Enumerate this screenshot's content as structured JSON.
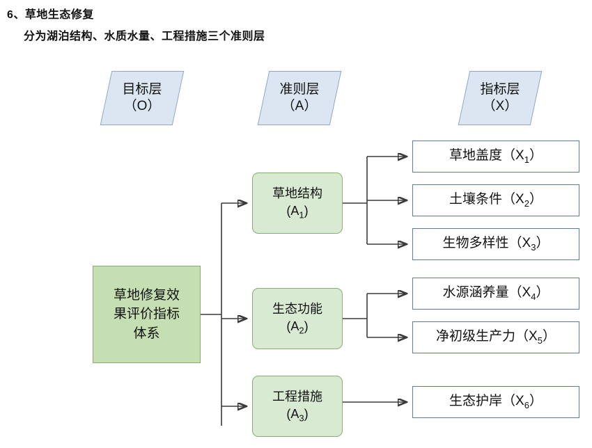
{
  "title": {
    "line1": "6、草地生态修复",
    "line2": "分为湖泊结构、水质水量、工程措施三个准则层"
  },
  "layer_headers": [
    {
      "name": "goal",
      "text": "目标层",
      "code": "（O）"
    },
    {
      "name": "criteria",
      "text": "准则层",
      "code": "（A）"
    },
    {
      "name": "index",
      "text": "指标层",
      "code": "（X）"
    }
  ],
  "goal": {
    "line1": "草地修复效",
    "line2": "果评价指标",
    "line3": "体系"
  },
  "criteria": [
    {
      "id": "A1",
      "label": "草地结构",
      "code": "A",
      "sub": "1"
    },
    {
      "id": "A2",
      "label": "生态功能",
      "code": "A",
      "sub": "2"
    },
    {
      "id": "A3",
      "label": "工程措施",
      "code": "A",
      "sub": "3"
    }
  ],
  "indices": [
    {
      "id": "X1",
      "label": "草地盖度（X",
      "sub": "1",
      "tail": "）"
    },
    {
      "id": "X2",
      "label": "土壤条件（X",
      "sub": "2",
      "tail": "）"
    },
    {
      "id": "X3",
      "label": "生物多样性（X",
      "sub": "3",
      "tail": "）"
    },
    {
      "id": "X4",
      "label": "水源涵养量（X",
      "sub": "4",
      "tail": "）"
    },
    {
      "id": "X5",
      "label": "净初级生产力（X",
      "sub": "5",
      "tail": "）"
    },
    {
      "id": "X6",
      "label": "生态护岸（X",
      "sub": "6",
      "tail": "）"
    }
  ],
  "colors": {
    "header_fill": "#dce6f2",
    "header_stroke": "#8ea9c6",
    "goal_fill": "#c5dfb3",
    "criteria_fill": "#d9ead3",
    "node_stroke": "#8aab74",
    "index_stroke": "#5f7a9b",
    "connector": "#3a3a3a"
  }
}
